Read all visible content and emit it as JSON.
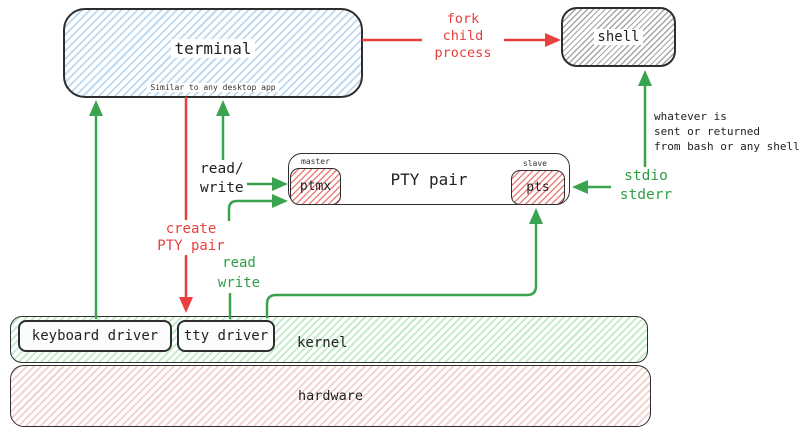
{
  "colors": {
    "arrow_red": "#e8403c",
    "arrow_green": "#3aa34f",
    "terminal_hatch": "#bcd9f0",
    "shell_hatch": "#a6a6a6",
    "pty_endpoint_hatch": "#ec827d",
    "kernel_hatch": "#c0ebc9",
    "hardware_hatch": "#f4d0cc",
    "border": "#2e2e2e"
  },
  "nodes": {
    "terminal": {
      "title": "terminal",
      "subtitle": "Similar to any desktop app"
    },
    "shell": {
      "title": "shell"
    },
    "pty_pair": {
      "title": "PTY pair",
      "master_tag": "master",
      "slave_tag": "slave",
      "master_box": "ptmx",
      "slave_box": "pts"
    },
    "kernel": {
      "title": "kernel",
      "keyboard_driver": "keyboard driver",
      "tty_driver": "tty driver"
    },
    "hardware": {
      "title": "hardware"
    }
  },
  "edge_labels": {
    "fork": "fork\nchild\nprocess",
    "terminal_ptmx": "read/\nwrite",
    "create_pty": "create\nPTY pair",
    "tty_read_write": "read\nwrite",
    "stdio": "stdio\nstderr",
    "shell_note": "whatever is\nsent or returned\nfrom bash or any shell"
  }
}
